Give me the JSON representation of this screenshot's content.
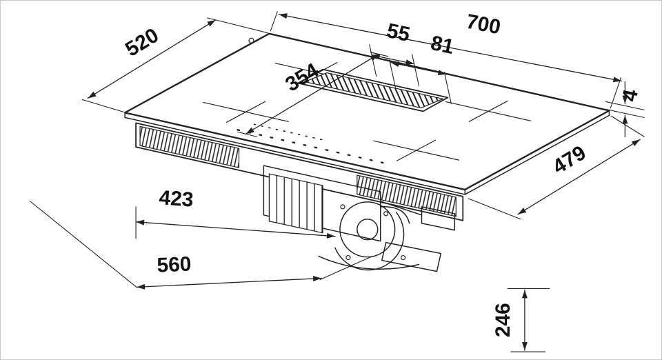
{
  "meta": {
    "type": "technical-dimension-drawing",
    "view": "isometric"
  },
  "colors": {
    "background": "#ffffff",
    "line": "#222222",
    "text": "#111111"
  },
  "dimensions": {
    "top_depth_left": "520",
    "top_width": "700",
    "vent_slot_width": "55",
    "vent_frame_width": "81",
    "vent_offset_from_front": "354",
    "glass_thickness": "4",
    "side_depth_right": "479",
    "duct_offset_left": "423",
    "base_width": "560",
    "height_below_top": "246"
  }
}
